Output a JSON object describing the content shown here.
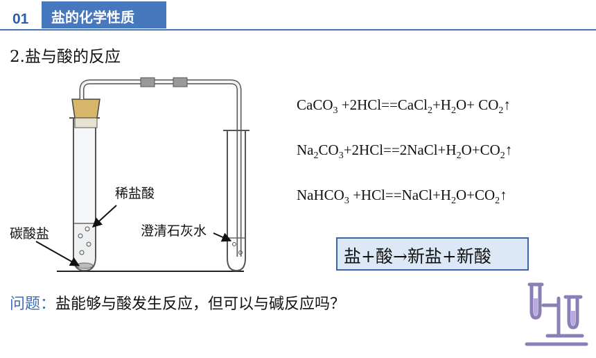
{
  "header": {
    "number": "01",
    "title": "盐的化学性质"
  },
  "subtitle": "2.盐与酸的反应",
  "equations": [
    [
      "CaCO",
      "3",
      " +2HCl==CaCl",
      "2",
      "+H",
      "2",
      "O+ CO",
      "2",
      "↑"
    ],
    [
      "Na",
      "2",
      "CO",
      "3",
      "+2HCl==2NaCl+H",
      "2",
      "O+CO",
      "2",
      "↑"
    ],
    [
      "NaHCO",
      "3",
      " +HCl==NaCl+H",
      "2",
      "O+CO",
      "2",
      "↑"
    ]
  ],
  "summary": "盐+酸→新盐+新酸",
  "question": {
    "label": "问题：",
    "text": "盐能够与酸发生反应，但可以与碱反应吗？"
  },
  "apparatus_labels": {
    "dilute_acid": "稀盐酸",
    "carbonate": "碳酸盐",
    "limewater": "澄清石灰水"
  },
  "colors": {
    "accent": "#4778bd",
    "summary_fill": "#dce8f6",
    "icon_purple": "#8a7fb6"
  },
  "icons": [
    "test-tube-rack-icon"
  ]
}
